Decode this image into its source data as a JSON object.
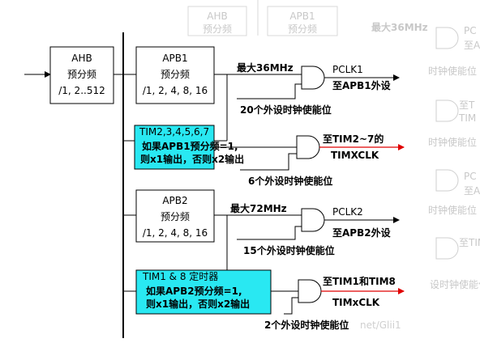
{
  "ghost": {
    "top_box1": "AHB",
    "top_box1_sub": "预分频",
    "top_box2": "APB1",
    "top_box2_sub": "预分频",
    "top_label": "最大36MHz",
    "right_labels": [
      {
        "a": "PC",
        "b": "至A"
      },
      {
        "a": "时钟使能位"
      },
      {
        "a": "至T",
        "b": "TIM"
      },
      {
        "a": "时钟使能位"
      },
      {
        "a": "PC",
        "b": "至A"
      },
      {
        "a": "时钟使能位"
      },
      {
        "a": "至TIM"
      },
      {
        "a": "设时钟使能位"
      }
    ]
  },
  "ahb": {
    "title": "AHB",
    "line1": "预分频",
    "line2": "/1, 2..512"
  },
  "apb1": {
    "title": "APB1",
    "line1": "预分频",
    "line2": "/1, 2, 4, 8, 16"
  },
  "apb2": {
    "title": "APB2",
    "line1": "预分频",
    "line2": "/1, 2, 4, 8, 16"
  },
  "apb1_out": {
    "max_label": "最大36MHz",
    "clock_name": "PCLK1",
    "dest": "至APB1外设",
    "enable": "20个外设时钟使能位"
  },
  "tim_apb1": {
    "line1": "TIM2,3,4,5,6,7",
    "line2": "如果APB1预分频=1,",
    "line3": "则x1输出，否则x2输出",
    "dest1": "至TIM2~7的",
    "dest2": "TIMXCLK",
    "enable": "6个外设时钟使能位"
  },
  "apb2_out": {
    "max_label": "最大72MHz",
    "clock_name": "PCLK2",
    "dest": "至APB2外设",
    "enable": "15个外设时钟使能位"
  },
  "tim_apb2": {
    "line1": "TIM1 & 8 定时器",
    "line2": "如果APB2预分频=1,",
    "line3": "则x1输出，否则x2输出",
    "dest1": "至TIM1和TIM8",
    "dest2": "TIMxCLK",
    "enable": "2个外设时钟使能位"
  },
  "watermark": "net/Glii1"
}
